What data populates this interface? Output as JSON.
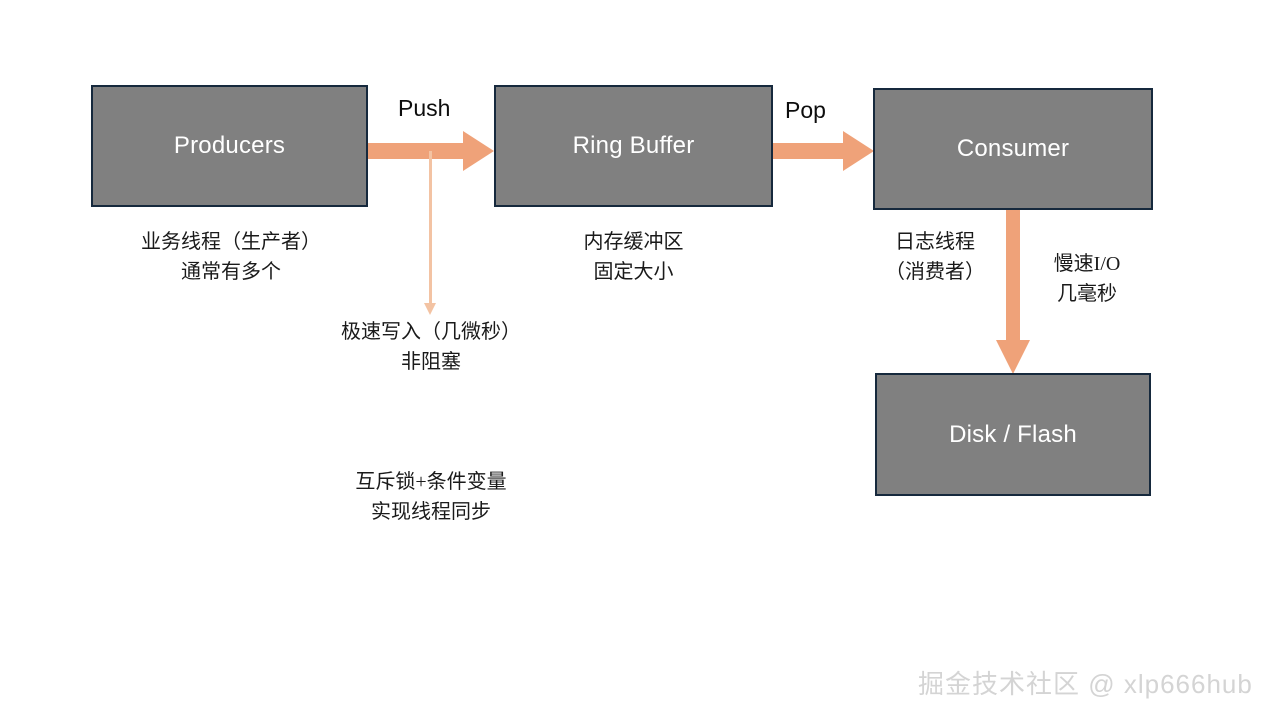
{
  "diagram": {
    "title": "Ring Buffer Producer-Consumer Logging Pipeline",
    "colors": {
      "node_fill": "#808080",
      "node_border": "#16293d",
      "node_text": "#ffffff",
      "arrow": "#efa279",
      "thin_arrow": "#f5c8a8",
      "background": "#ffffff",
      "watermark": "#d4d4d4"
    },
    "nodes": [
      {
        "id": "producers",
        "label": "Producers"
      },
      {
        "id": "ringbuffer",
        "label": "Ring Buffer"
      },
      {
        "id": "consumer",
        "label": "Consumer"
      },
      {
        "id": "disk",
        "label": "Disk / Flash"
      }
    ],
    "edges": [
      {
        "id": "push",
        "label": "Push",
        "from": "producers",
        "to": "ringbuffer",
        "direction": "right"
      },
      {
        "id": "pop",
        "label": "Pop",
        "from": "ringbuffer",
        "to": "consumer",
        "direction": "right"
      },
      {
        "id": "write",
        "label": "",
        "from": "consumer",
        "to": "disk",
        "direction": "down"
      },
      {
        "id": "detail",
        "label": "",
        "from": "push",
        "to": "fast-write-note",
        "direction": "down"
      }
    ],
    "annotations": {
      "producers": "业务线程（生产者）\n通常有多个",
      "ringbuffer": "内存缓冲区\n固定大小",
      "fast_write": "极速写入（几微秒）\n非阻塞",
      "mutex": "互斥锁+条件变量\n实现线程同步",
      "consumer": "日志线程\n（消费者）",
      "slow_io": "慢速I/O\n几毫秒"
    },
    "watermark": "掘金技术社区 @ xlp666hub"
  }
}
